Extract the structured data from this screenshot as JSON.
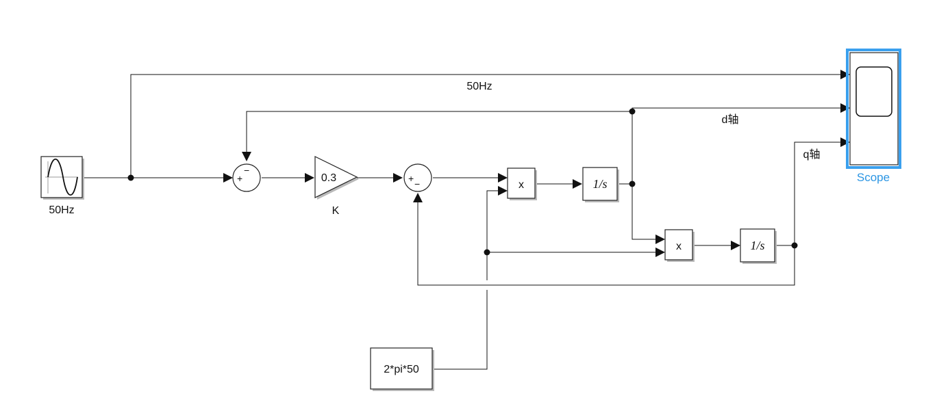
{
  "blocks": {
    "sine_wave": {
      "label": "50Hz"
    },
    "sum1": {
      "sign_top": "−",
      "sign_left": "+"
    },
    "gain": {
      "value": "0.3",
      "label": "K"
    },
    "sum2": {
      "sign_left": "+",
      "sign_bottom": "−"
    },
    "product1": {
      "text": "x"
    },
    "integrator1": {
      "text": "1/s"
    },
    "product2": {
      "text": "x"
    },
    "integrator2": {
      "text": "1/s"
    },
    "constant": {
      "text": "2*pi*50"
    },
    "scope": {
      "label": "Scope"
    }
  },
  "signals": {
    "input_label": "50Hz",
    "d_label": "d轴",
    "q_label": "q轴"
  },
  "colors": {
    "scope_highlight": "#3aa0ee",
    "scope_label": "#2b95e3"
  }
}
